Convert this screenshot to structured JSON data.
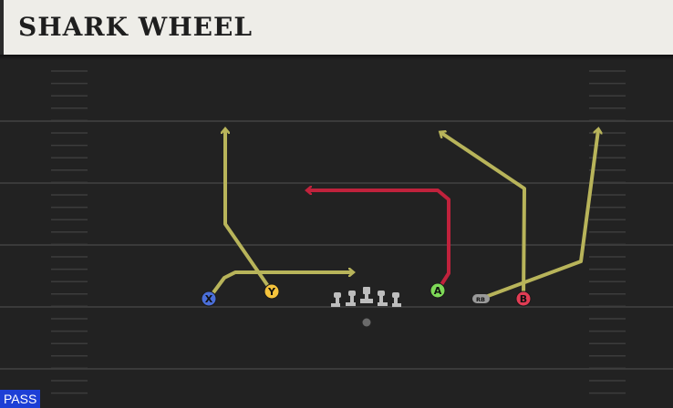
{
  "play": {
    "title": "SHARK WHEEL",
    "type_tag": "PASS"
  },
  "players": [
    {
      "id": "X",
      "label": "X",
      "color": "#4a6ed8"
    },
    {
      "id": "Y",
      "label": "Y",
      "color": "#f5c33c"
    },
    {
      "id": "A",
      "label": "A",
      "color": "#7ed957"
    },
    {
      "id": "B",
      "label": "B",
      "color": "#e23c54"
    },
    {
      "id": "RB",
      "label": "RB",
      "color": "#9a9a9a"
    }
  ],
  "colors": {
    "field": "#222222",
    "yard_line": "#3a3a3a",
    "hash": "#3c3c3c",
    "route_primary": "#b8b45a",
    "route_red": "#c0223c",
    "lineman": "#bdbdbd",
    "ball": "#6a6a6a",
    "tag_bg": "#1d3fd6"
  }
}
